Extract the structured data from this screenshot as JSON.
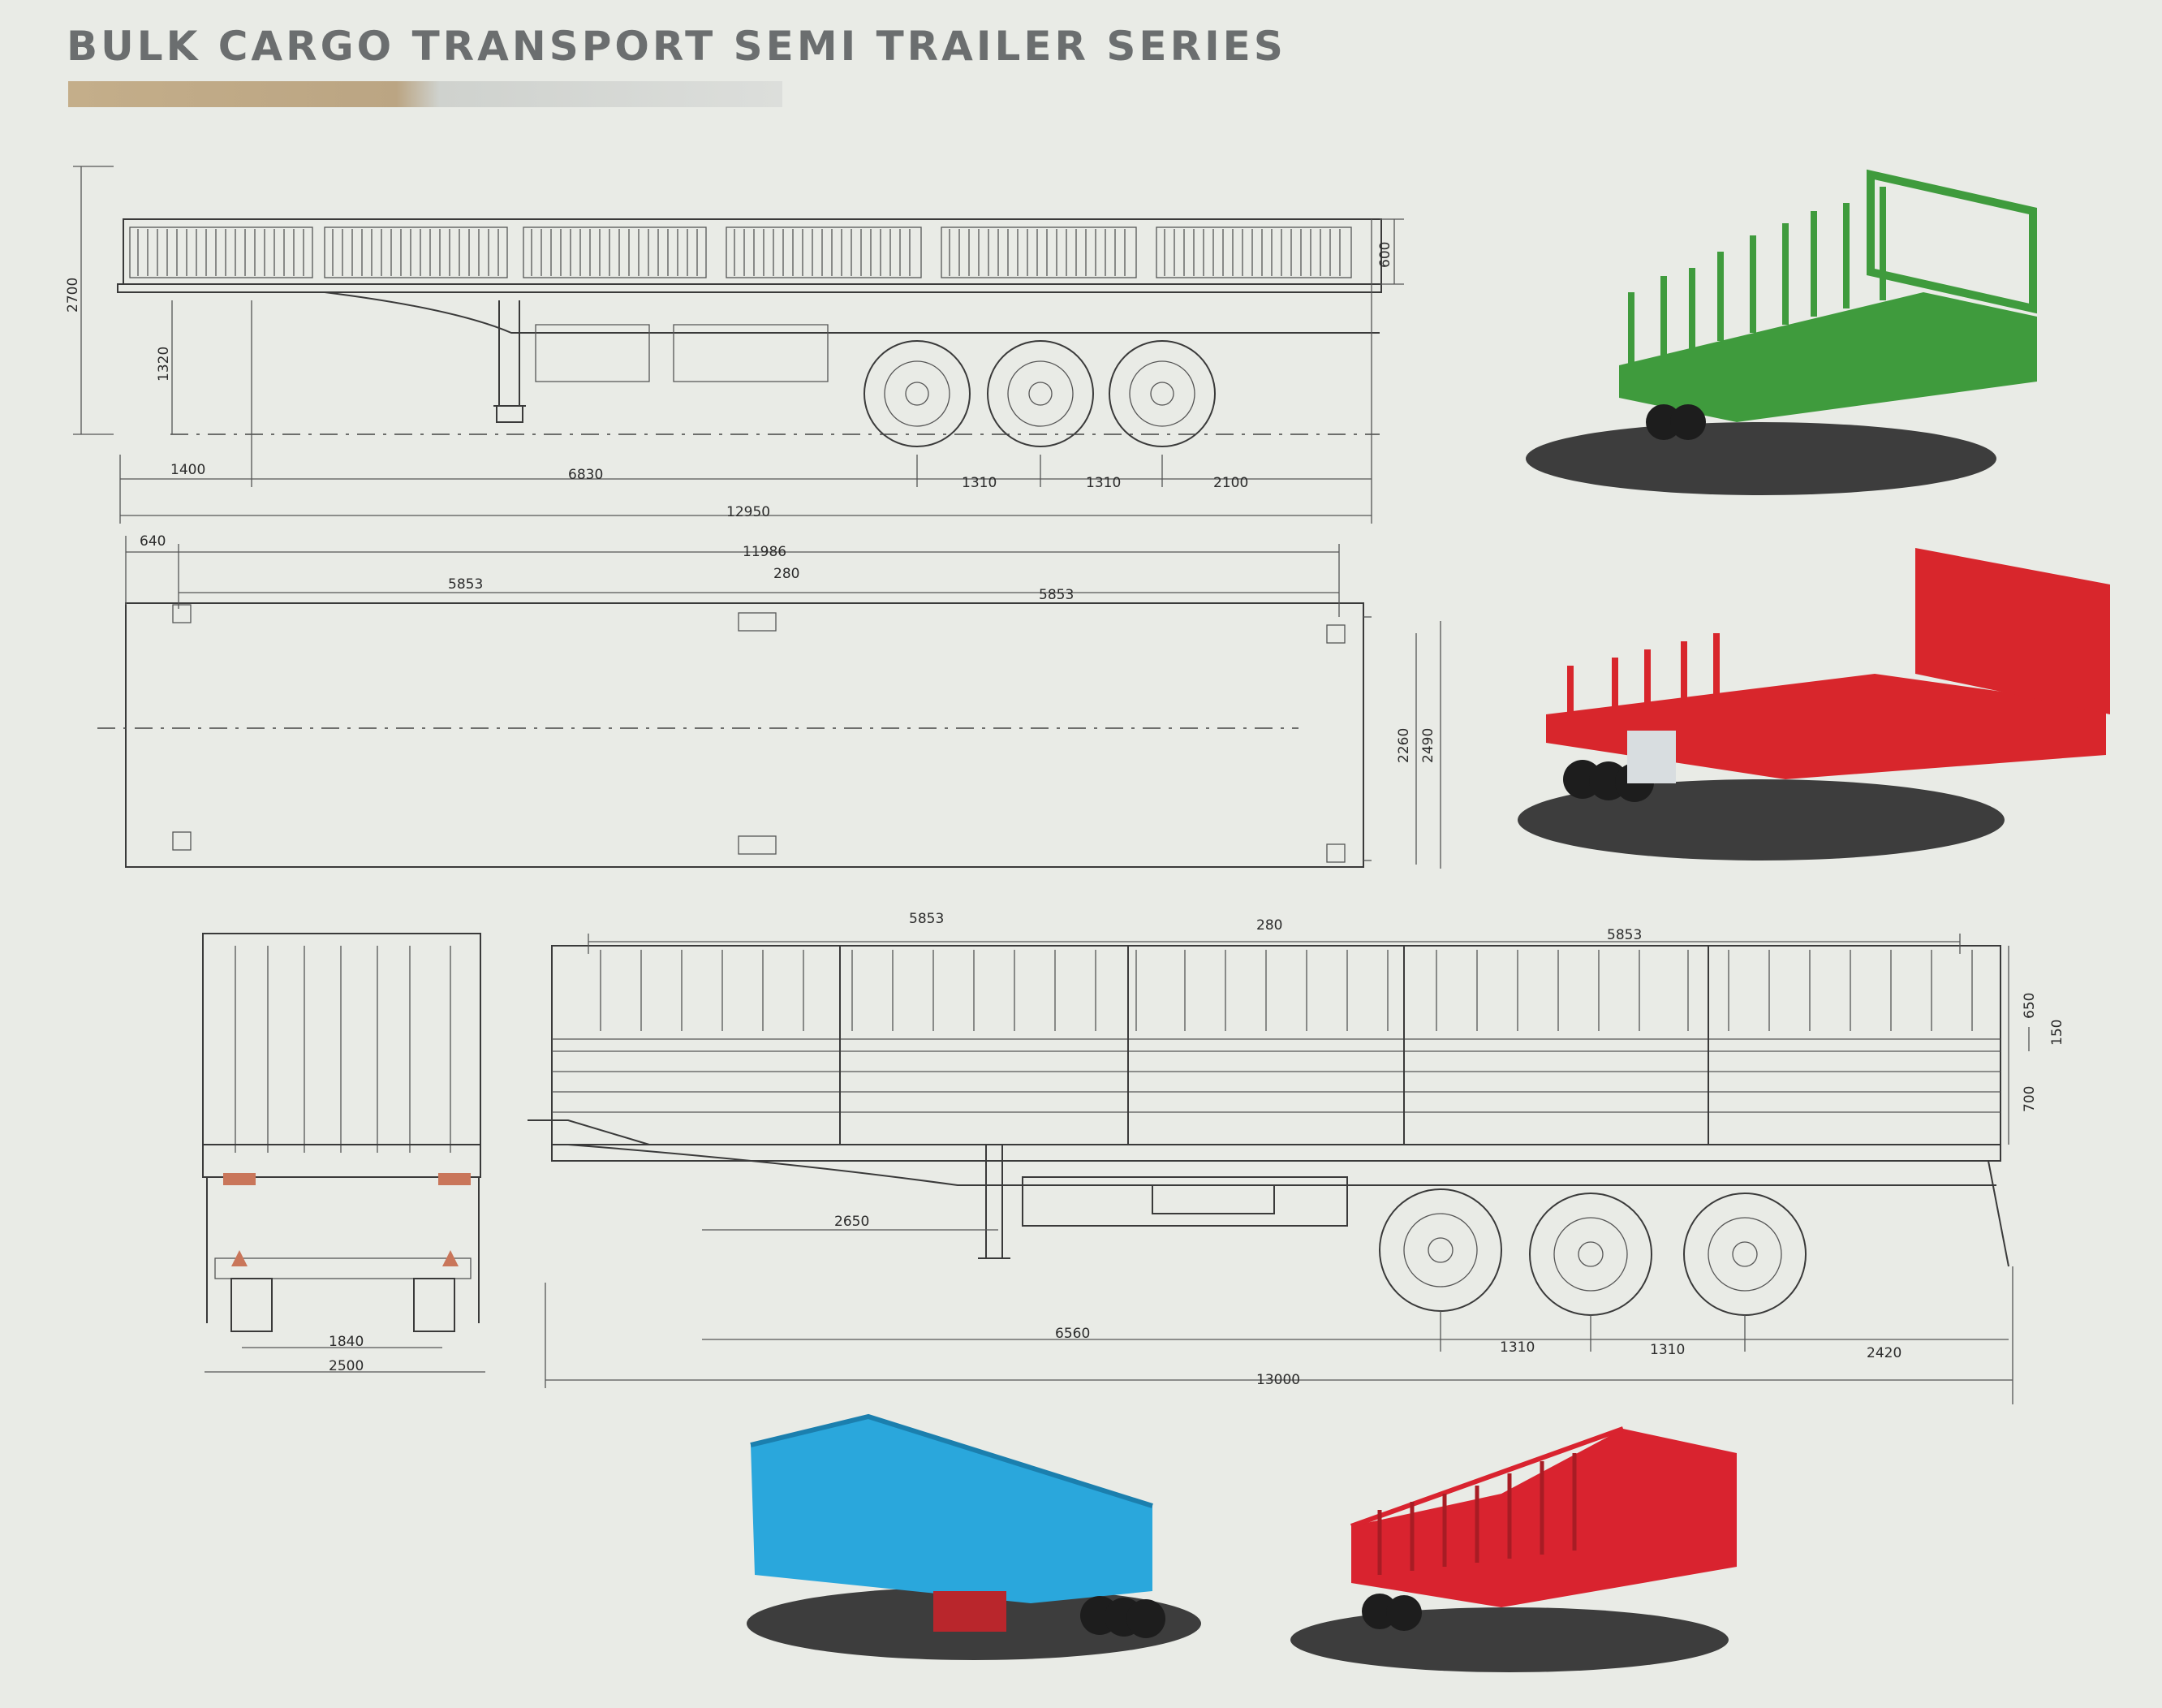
{
  "header": {
    "title": "BULK CARGO TRANSPORT SEMI TRAILER SERIES"
  },
  "side_view_top": {
    "overall_height": "2700",
    "rail_height": "600",
    "deck_height": "1320",
    "kingpin_offset": "1400",
    "kingpin_to_axle": "6830",
    "axle_spacing_1": "1310",
    "axle_spacing_2": "1310",
    "rear_overhang": "2100",
    "overall_length": "12950"
  },
  "plan_view": {
    "front_offset": "640",
    "platform_length": "11986",
    "section_1": "5853",
    "center_gap": "280",
    "section_2": "5853",
    "inner_width": "2260",
    "overall_width": "2490"
  },
  "rear_view": {
    "track_width": "1840",
    "overall_width": "2500"
  },
  "side_view_bottom": {
    "section_1": "5853",
    "center_gap": "280",
    "section_2": "5853",
    "upper_rail": "650",
    "step": "150",
    "side_panel": "700",
    "kingpin_to_leg": "2650",
    "kingpin_to_axle": "6560",
    "axle_spacing_1": "1310",
    "axle_spacing_2": "1310",
    "rear_overhang": "2420",
    "overall_length": "13000"
  },
  "photos": [
    {
      "name": "green-stake-trailer",
      "color": "#3f9b3d"
    },
    {
      "name": "red-stake-trailer",
      "color": "#d8262c"
    },
    {
      "name": "blue-box-trailer",
      "color": "#2aa7dc"
    },
    {
      "name": "red-fence-trailer",
      "color": "#d9232f"
    }
  ],
  "colors": {
    "line": "#3a3a3a",
    "title": "#6b6e6f",
    "background": "#e9ebe6"
  }
}
